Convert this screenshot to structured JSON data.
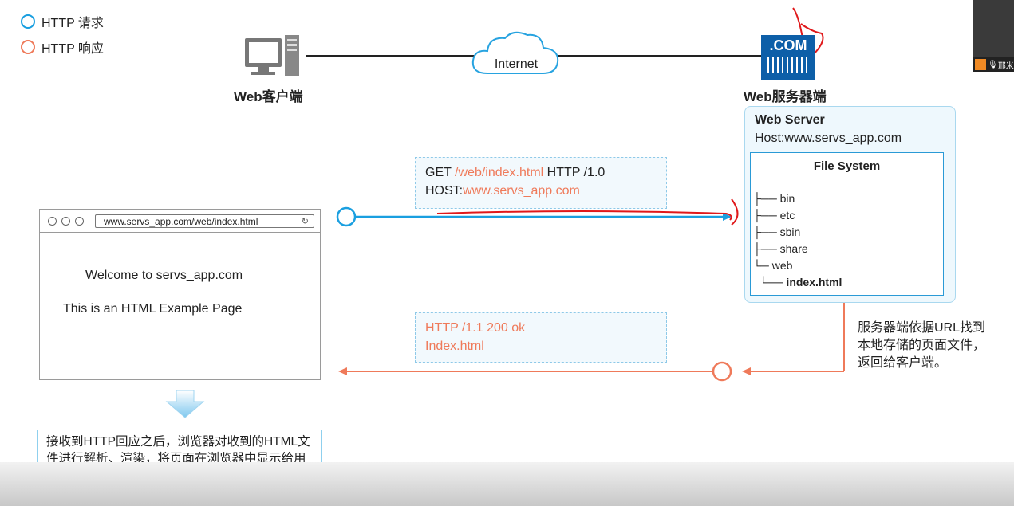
{
  "legend": {
    "request_label": "HTTP 请求",
    "response_label": "HTTP 响应"
  },
  "colors": {
    "request": "#1a9fe0",
    "response": "#ef7a5a",
    "annotation": "#e0191b"
  },
  "client": {
    "label": "Web客户端"
  },
  "internet": {
    "label": "Internet"
  },
  "server": {
    "logo_text": ".COM",
    "label": "Web服务器端",
    "box_title": "Web Server",
    "host": "Host:www.servs_app.com",
    "fs_title": "File System",
    "tree": [
      "├── bin",
      "├── etc",
      "├── sbin",
      "├── share",
      "└─ web",
      "  └── index.html"
    ]
  },
  "request": {
    "line1_prefix": "GET ",
    "line1_path": "/web/index.html",
    "line1_suffix": " HTTP /1.0",
    "line2_prefix": "HOST:",
    "line2_host": "www.servs_app.com"
  },
  "response": {
    "line1": "HTTP /1.1 200 ok",
    "line2": "Index.html"
  },
  "browser": {
    "url": "www.servs_app.com/web/index.html",
    "reload_icon": "↻",
    "welcome": "Welcome to servs_app.com",
    "body_text": "This is an HTML Example Page"
  },
  "server_note": "服务器端依据URL找到本地存储的页面文件，返回给客户端。",
  "client_note": "接收到HTTP回应之后，浏览器对收到的HTML文件进行解析、渲染，将页面在浏览器中显示给用户。",
  "video_user": "邢米"
}
